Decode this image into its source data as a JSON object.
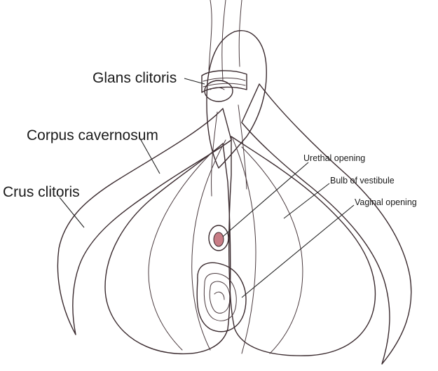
{
  "labels": {
    "glans_clitoris": "Glans clitoris",
    "corpus_cavernosum": "Corpus cavernosum",
    "crus_clitoris": "Crus clitoris",
    "urethal_opening": "Urethal opening",
    "bulb_of_vestibule": "Bulb of vestibule",
    "vaginal_opening": "Vaginal opening"
  },
  "colors": {
    "erectile_pink": "#e494a6",
    "erectile_pink_dark": "#cf6f86",
    "bulb_cream": "#f6ddd2",
    "bulb_highlight": "#fdf2ec",
    "background": "#ffffff"
  }
}
